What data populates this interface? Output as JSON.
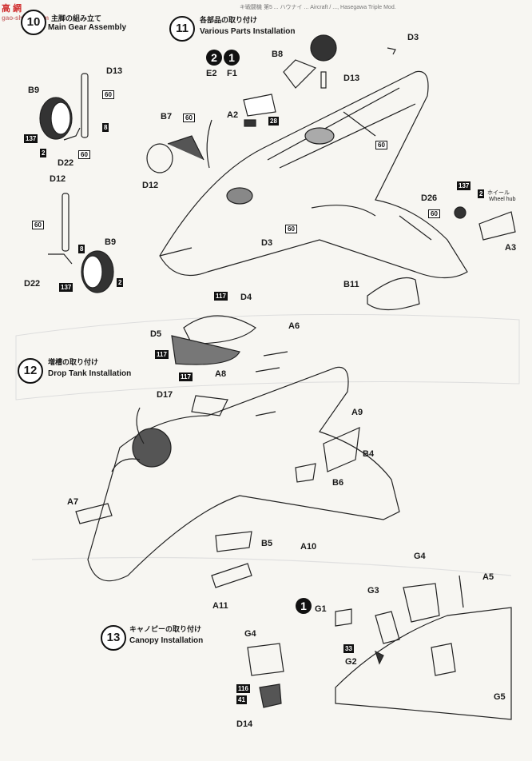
{
  "watermark": {
    "site_cn": "高  網",
    "site_url": "gao-sheng.com"
  },
  "header_strip": "キ戦闘機 第5 ... ハウナイ ... Aircraft / ..., Hasegawa Triple Mod.",
  "steps": [
    {
      "num": "10",
      "jp": "主脚の組み立て",
      "en": "Main Gear Assembly"
    },
    {
      "num": "11",
      "jp": "各部品の取り付け",
      "en": "Various Parts Installation"
    },
    {
      "num": "12",
      "jp": "増槽の取り付け",
      "en": "Drop Tank Installation"
    },
    {
      "num": "13",
      "jp": "キャノピーの取り付け",
      "en": "Canopy Installation"
    }
  ],
  "part_labels": [
    "D13",
    "B9",
    "D22",
    "D12",
    "B9",
    "D22",
    "B7",
    "D12",
    "E2",
    "F1",
    "A2",
    "B8",
    "D13",
    "D3",
    "D3",
    "D26",
    "A3",
    "B11",
    "D4",
    "D5",
    "A6",
    "A8",
    "D17",
    "A9",
    "B4",
    "B6",
    "A7",
    "B5",
    "A10",
    "A11",
    "G1",
    "G3",
    "G4",
    "A5",
    "G2",
    "G5",
    "G4",
    "D14"
  ],
  "color_badges": [
    "60",
    "8",
    "137",
    "2",
    "60",
    "60",
    "8",
    "137",
    "2",
    "60",
    "28",
    "60",
    "60",
    "137",
    "2",
    "60",
    "117",
    "117",
    "117",
    "33",
    "116",
    "41"
  ],
  "wheel_hub_note": {
    "jp": "ホイール",
    "en": "Wheel hub"
  },
  "sprue_markers": [
    "2",
    "1",
    "1"
  ]
}
